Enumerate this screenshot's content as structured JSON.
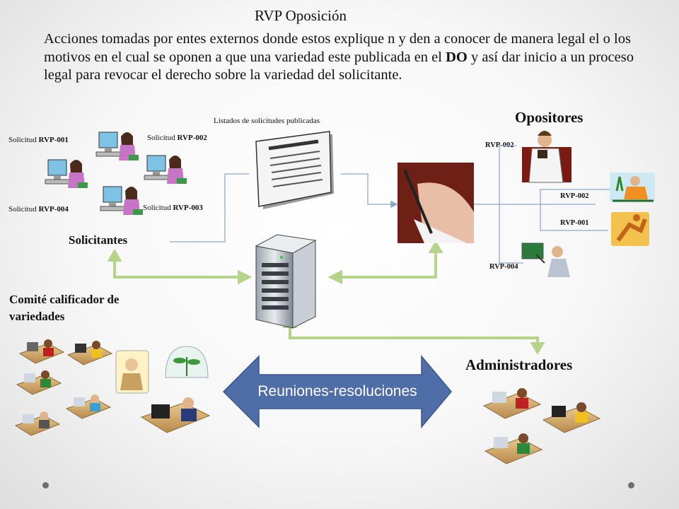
{
  "title": "RVP Oposición",
  "description": {
    "part1": "Acciones tomadas por entes externos donde estos explique n y den a conocer de manera legal el o los motivos en el cual se oponen  a que una variedad este publicada en el ",
    "bold": "DO",
    "part2": " y así dar inicio a un proceso legal para revocar el derecho sobre la variedad del solicitante."
  },
  "listados_label": "Listados de solicitudes publicadas",
  "solicitudes": [
    {
      "prefix": "Solicitud ",
      "code": "RVP-001"
    },
    {
      "prefix": "Solicitud ",
      "code": "RVP-002"
    },
    {
      "prefix": "Solicitud ",
      "code": "RVP-004"
    },
    {
      "prefix": "Solicitud ",
      "code": "RVP-003"
    }
  ],
  "solicitantes": "Solicitantes",
  "opositores": "Opositores",
  "opositores_codes": [
    "RVP-002",
    "RVP-002",
    "RVP-001",
    "RVP-004"
  ],
  "comite": "Comité calificador de variedades",
  "administradores": "Administradores",
  "reuniones": "Reuniones-resoluciones",
  "colors": {
    "arrow_blue": "#4f6ea8",
    "link_green": "#b5d38a",
    "line_blue": "#8fa8cc"
  }
}
